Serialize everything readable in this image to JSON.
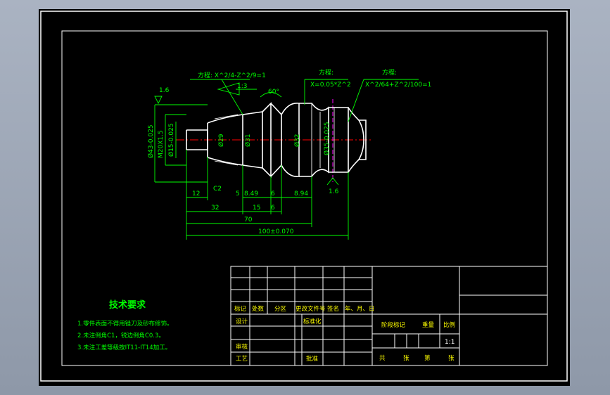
{
  "colors": {
    "background": "#000000",
    "frame": "#ffffff",
    "part": "#ffffff",
    "dimension": "#00ff00",
    "centerline_red": "#ff0000",
    "centerline_magenta": "#ff00ff",
    "text": "#ffffff",
    "yellow_text": "#ffff00",
    "tech_text": "#00ff00"
  },
  "drawing": {
    "annotations": {
      "formula_left": "方程: X^2/4-Z^2/9=1",
      "formula_mid_title": "方程:",
      "formula_mid": "X=0.05*Z^2",
      "formula_right_title": "方程:",
      "formula_right": "X^2/64+Z^2/100=1",
      "taper": "1:3",
      "roughness_left": "1.6",
      "roughness_right": "1.6",
      "angle": "60°",
      "chamfer": "C2"
    },
    "diameters": {
      "d43": "Ø43-0.025",
      "m20": "M20X1.5",
      "d15": "Ø15-0.025",
      "d29": "Ø29",
      "d31": "Ø31",
      "d32": "Ø32",
      "d35": "Ø35-0.025"
    },
    "lengths": {
      "l12": "12",
      "l5": "5",
      "l849": "8.49",
      "l6a": "6",
      "l894": "8.94",
      "l32": "32",
      "l15": "15",
      "l6b": "6",
      "l70": "70",
      "l100": "100±0.070"
    }
  },
  "tech_requirements": {
    "title": "技术要求",
    "items": [
      "1.零件表面不得用锉刀及砂布修饰。",
      "2.未注倒角C1，锐边倒角C0.3。",
      "3.未注工差等级按IT11-IT14加工。"
    ]
  },
  "title_block": {
    "biaoji": "标记",
    "chushu": "处数",
    "fenqu": "分区",
    "gengai": "更改文件号",
    "qianming": "签名",
    "nianyueri": "年、月、日",
    "sheji": "设计",
    "biaozhunhua": "标准化",
    "shenhe": "审核",
    "gongyi": "工艺",
    "pizhun": "批准",
    "jieduan": "阶段标记",
    "zhongliang": "重量",
    "bili": "比例",
    "scale": "1:1",
    "gong": "共",
    "zhang1": "张",
    "di": "第",
    "zhang2": "张"
  }
}
